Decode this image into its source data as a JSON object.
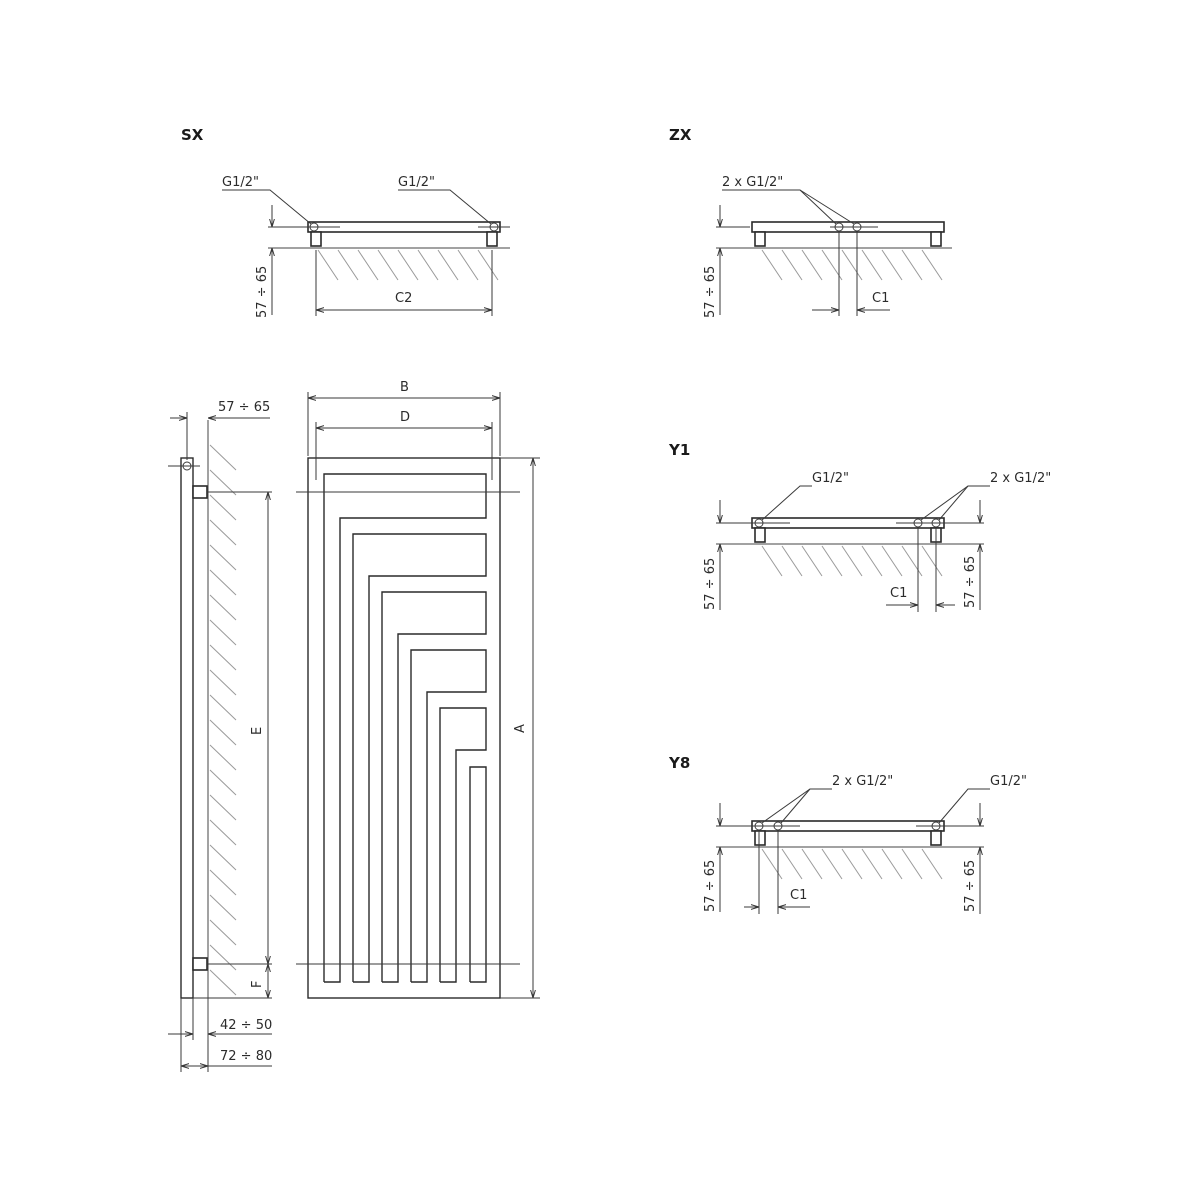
{
  "views": {
    "sx": {
      "title": "SX",
      "conn_left": "G1/2\"",
      "conn_right": "G1/2\"",
      "dim_offset": "57 ÷ 65",
      "dim_c": "C2"
    },
    "zx": {
      "title": "ZX",
      "conn": "2 x G1/2\"",
      "dim_offset": "57 ÷ 65",
      "dim_c": "C1"
    },
    "y1": {
      "title": "Y1",
      "conn_left": "G1/2\"",
      "conn_right": "2 x G1/2\"",
      "dim_offset_left": "57 ÷ 65",
      "dim_offset_right": "57 ÷ 65",
      "dim_c": "C1"
    },
    "y8": {
      "title": "Y8",
      "conn_left": "2 x G1/2\"",
      "conn_right": "G1/2\"",
      "dim_offset_left": "57 ÷ 65",
      "dim_offset_right": "57 ÷ 65",
      "dim_c": "C1"
    }
  },
  "side_view": {
    "dim_top": "57 ÷ 65",
    "dim_e": "E",
    "dim_f": "F",
    "dim_depth1": "42 ÷ 50",
    "dim_depth2": "72 ÷ 80"
  },
  "front_view": {
    "dim_b": "B",
    "dim_d": "D",
    "dim_a": "A"
  }
}
